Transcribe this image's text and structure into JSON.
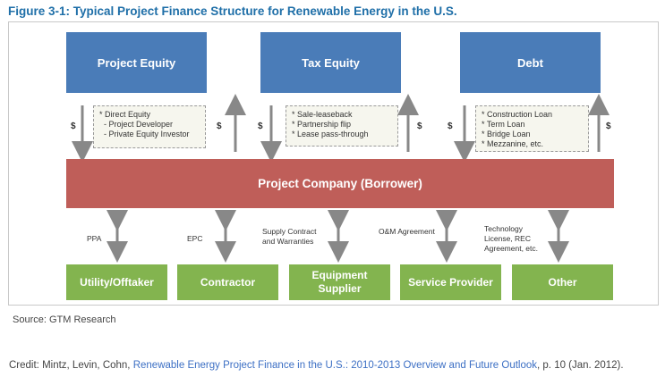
{
  "figure_title": "Figure 3-1: Typical Project Finance Structure for Renewable Energy in the U.S.",
  "top_boxes": [
    {
      "label": "Project  Equity"
    },
    {
      "label": "Tax Equity"
    },
    {
      "label": "Debt"
    }
  ],
  "notes": {
    "equity": [
      "* Direct Equity",
      "  - Project Developer",
      "  - Private Equity Investor"
    ],
    "tax_equity": [
      "* Sale-leaseback",
      "* Partnership flip",
      "* Lease pass-through"
    ],
    "debt": [
      "* Construction Loan",
      "* Term Loan",
      "* Bridge Loan",
      "* Mezzanine, etc."
    ]
  },
  "dollar_sign": "$",
  "company_box": "Project Company (Borrower)",
  "relationships": [
    {
      "label": "PPA"
    },
    {
      "label": "EPC"
    },
    {
      "label": "Supply Contract and Warranties"
    },
    {
      "label": "O&M Agreement"
    },
    {
      "label": "Technology License, REC Agreement, etc."
    }
  ],
  "bottom_boxes": [
    {
      "label": "Utility/Offtaker"
    },
    {
      "label": "Contractor"
    },
    {
      "label": "Equipment Supplier"
    },
    {
      "label": "Service Provider"
    },
    {
      "label": "Other"
    }
  ],
  "source": "Source: GTM Research",
  "credit": {
    "prefix": "Credit: Mintz, Levin, Cohn, ",
    "link_text": "Renewable Energy Project Finance in the U.S.: 2010-2013 Overview and Future Outlook",
    "suffix": ", p. 10 (Jan. 2012)."
  },
  "colors": {
    "title": "#1f6fa8",
    "top_boxes": "#4a7cb8",
    "company_box": "#bf5e59",
    "bottom_boxes": "#83b44f",
    "arrows": "#888888"
  }
}
